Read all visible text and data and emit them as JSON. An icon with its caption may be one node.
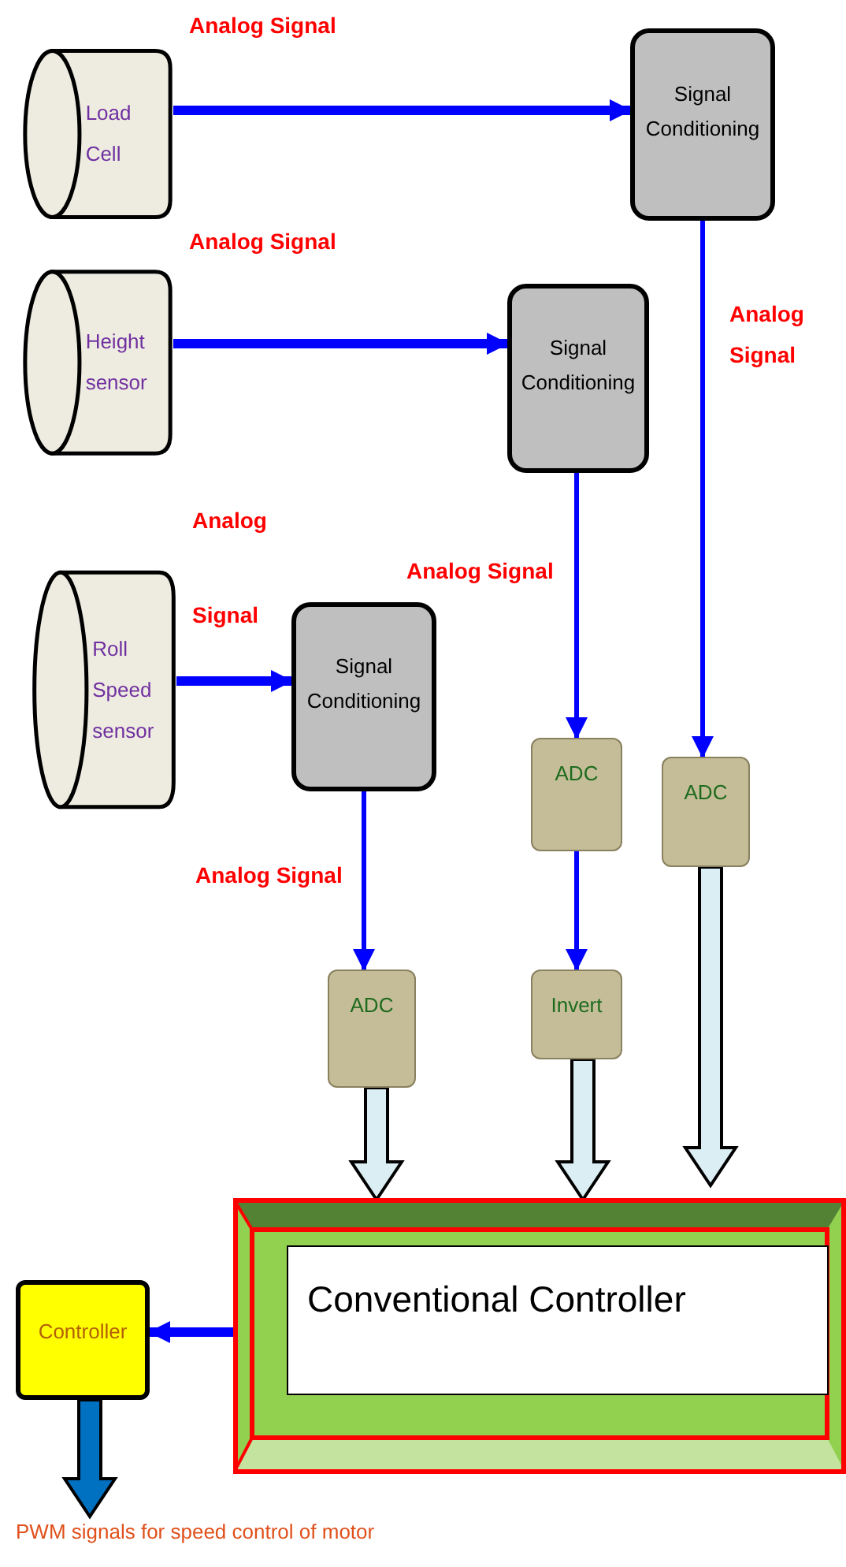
{
  "diagram": {
    "nodes": [
      {
        "text": [
          "Load Cell"
        ]
      },
      {
        "text": [
          "Height sensor"
        ]
      },
      {
        "text": [
          "Roll Speed sensor"
        ]
      },
      {
        "text": [
          "Signal Conditioning"
        ]
      },
      {
        "text": [
          "Signal Conditioning"
        ]
      },
      {
        "text": [
          "Signal Conditioning"
        ]
      },
      {
        "text": [
          "ADC"
        ]
      },
      {
        "text": [
          "ADC"
        ]
      },
      {
        "text": [
          "ADC"
        ]
      },
      {
        "text": [
          "Invert"
        ]
      },
      {
        "text": [
          "Conventional Controller"
        ]
      },
      {
        "text": [
          "Controller"
        ]
      },
      {
        "text": [
          "PWM signals for speed control of motor"
        ]
      }
    ],
    "edges": [
      {
        "from": 0,
        "to": 3,
        "arrow": "to",
        "label": "Analog Signal",
        "style": "thick"
      },
      {
        "from": 1,
        "to": 4,
        "arrow": "to",
        "label": "Analog Signal",
        "style": "thick"
      },
      {
        "from": 2,
        "to": 5,
        "arrow": "to",
        "label": "Analog Signal",
        "style": "thick"
      },
      {
        "from": 3,
        "to": 7,
        "arrow": "to",
        "label": "Analog Signal"
      },
      {
        "from": 4,
        "to": 6,
        "arrow": "to",
        "label": "Analog Signal"
      },
      {
        "from": 5,
        "to": 8,
        "arrow": "to",
        "label": "Analog Signal"
      },
      {
        "from": 6,
        "to": 9,
        "arrow": "to"
      },
      {
        "from": 8,
        "to": 10,
        "arrow": "to",
        "style": "thick",
        "color": "#dbeef4"
      },
      {
        "from": 9,
        "to": 10,
        "arrow": "to",
        "style": "thick",
        "color": "#dbeef4"
      },
      {
        "from": 7,
        "to": 10,
        "arrow": "to",
        "style": "thick",
        "color": "#dbeef4"
      },
      {
        "from": 10,
        "to": 11,
        "arrow": "to",
        "style": "thick"
      },
      {
        "from": 11,
        "to": 12,
        "arrow": "to",
        "style": "thick",
        "color": "#0070c0"
      }
    ]
  }
}
